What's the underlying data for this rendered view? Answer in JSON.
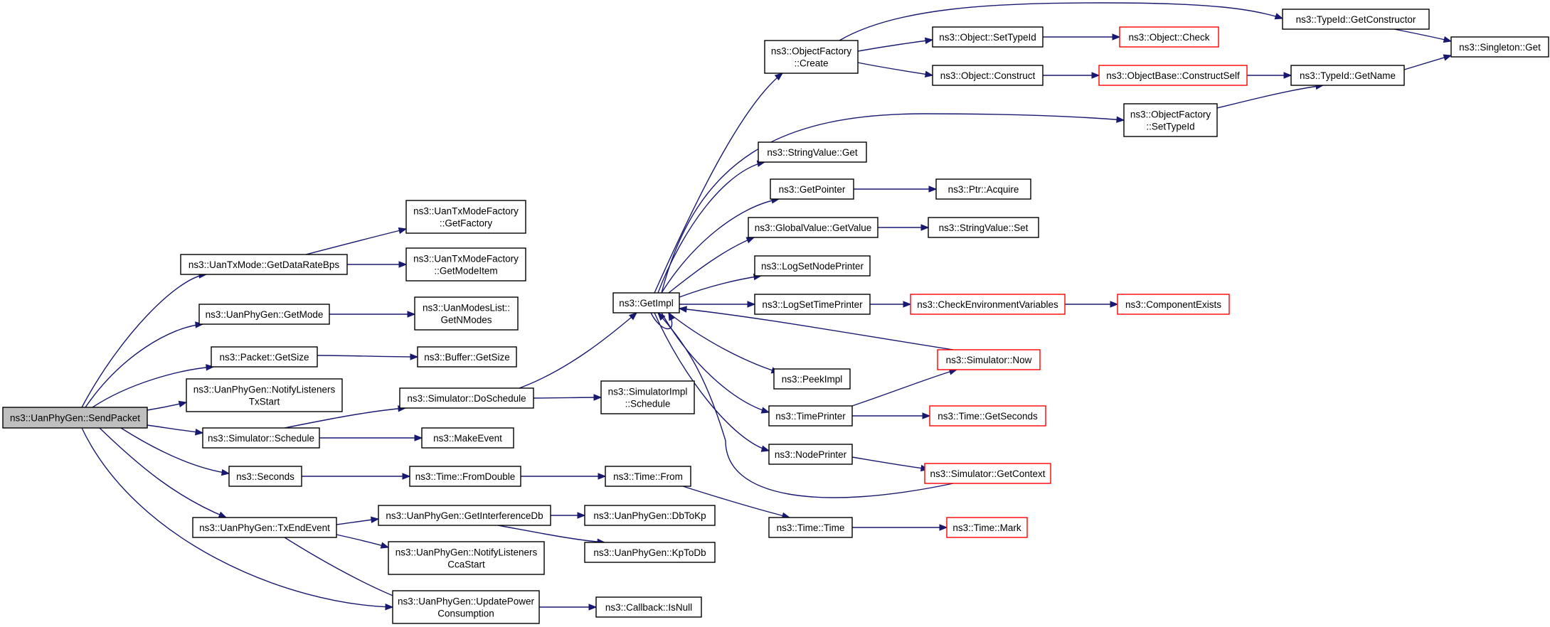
{
  "colors": {
    "edge": "#191970",
    "box_stroke": "#000000",
    "box_stroke_truncated": "#ff0000",
    "box_fill": "#ffffff",
    "box_fill_root": "#bfbfbf"
  },
  "nodes": {
    "SendPacket": {
      "lines": [
        "ns3::UanPhyGen::SendPacket"
      ],
      "state": "root"
    },
    "GetDataRateBps": {
      "lines": [
        "ns3::UanTxMode::GetDataRateBps"
      ],
      "state": "normal"
    },
    "TxGetFactory": {
      "lines": [
        "ns3::UanTxModeFactory",
        "::GetFactory"
      ],
      "state": "normal"
    },
    "TxGetModeItem": {
      "lines": [
        "ns3::UanTxModeFactory",
        "::GetModeItem"
      ],
      "state": "normal"
    },
    "GetMode": {
      "lines": [
        "ns3::UanPhyGen::GetMode"
      ],
      "state": "normal"
    },
    "GetNModes": {
      "lines": [
        "ns3::UanModesList::",
        "GetNModes"
      ],
      "state": "normal"
    },
    "PacketGetSize": {
      "lines": [
        "ns3::Packet::GetSize"
      ],
      "state": "normal"
    },
    "BufferGetSize": {
      "lines": [
        "ns3::Buffer::GetSize"
      ],
      "state": "normal"
    },
    "NotifyTxStart": {
      "lines": [
        "ns3::UanPhyGen::NotifyListeners",
        "TxStart"
      ],
      "state": "normal"
    },
    "SimSchedule": {
      "lines": [
        "ns3::Simulator::Schedule"
      ],
      "state": "normal"
    },
    "DoSchedule": {
      "lines": [
        "ns3::Simulator::DoSchedule"
      ],
      "state": "normal"
    },
    "ImplSchedule": {
      "lines": [
        "ns3::SimulatorImpl",
        "::Schedule"
      ],
      "state": "normal"
    },
    "MakeEvent": {
      "lines": [
        "ns3::MakeEvent"
      ],
      "state": "normal"
    },
    "Seconds": {
      "lines": [
        "ns3::Seconds"
      ],
      "state": "normal"
    },
    "FromDouble": {
      "lines": [
        "ns3::Time::FromDouble"
      ],
      "state": "normal"
    },
    "TimeFrom": {
      "lines": [
        "ns3::Time::From"
      ],
      "state": "normal"
    },
    "TimeTime": {
      "lines": [
        "ns3::Time::Time"
      ],
      "state": "normal"
    },
    "TimeMark": {
      "lines": [
        "ns3::Time::Mark"
      ],
      "state": "truncated"
    },
    "TxEndEvent": {
      "lines": [
        "ns3::UanPhyGen::TxEndEvent"
      ],
      "state": "normal"
    },
    "GetInterferenceDb": {
      "lines": [
        "ns3::UanPhyGen::GetInterferenceDb"
      ],
      "state": "normal"
    },
    "DbToKp": {
      "lines": [
        "ns3::UanPhyGen::DbToKp"
      ],
      "state": "normal"
    },
    "KpToDb": {
      "lines": [
        "ns3::UanPhyGen::KpToDb"
      ],
      "state": "normal"
    },
    "NotifyCcaStart": {
      "lines": [
        "ns3::UanPhyGen::NotifyListeners",
        "CcaStart"
      ],
      "state": "normal"
    },
    "UpdatePower": {
      "lines": [
        "ns3::UanPhyGen::UpdatePower",
        "Consumption"
      ],
      "state": "normal"
    },
    "CallbackIsNull": {
      "lines": [
        "ns3::Callback::IsNull"
      ],
      "state": "normal"
    },
    "GetImpl": {
      "lines": [
        "ns3::GetImpl"
      ],
      "state": "normal"
    },
    "OFCreate": {
      "lines": [
        "ns3::ObjectFactory",
        "::Create"
      ],
      "state": "normal"
    },
    "SetTypeId": {
      "lines": [
        "ns3::Object::SetTypeId"
      ],
      "state": "normal"
    },
    "ObjCheck": {
      "lines": [
        "ns3::Object::Check"
      ],
      "state": "truncated"
    },
    "ObjConstruct": {
      "lines": [
        "ns3::Object::Construct"
      ],
      "state": "normal"
    },
    "ConstructSelf": {
      "lines": [
        "ns3::ObjectBase::ConstructSelf"
      ],
      "state": "truncated"
    },
    "GetConstructor": {
      "lines": [
        "ns3::TypeId::GetConstructor"
      ],
      "state": "normal"
    },
    "SingletonGet": {
      "lines": [
        "ns3::Singleton::Get"
      ],
      "state": "normal"
    },
    "TypeIdGetName": {
      "lines": [
        "ns3::TypeId::GetName"
      ],
      "state": "normal"
    },
    "OFSetTypeId": {
      "lines": [
        "ns3::ObjectFactory",
        "::SetTypeId"
      ],
      "state": "normal"
    },
    "StringValueGet": {
      "lines": [
        "ns3::StringValue::Get"
      ],
      "state": "normal"
    },
    "GetPointer": {
      "lines": [
        "ns3::GetPointer"
      ],
      "state": "normal"
    },
    "PtrAcquire": {
      "lines": [
        "ns3::Ptr::Acquire"
      ],
      "state": "normal"
    },
    "GVGetValue": {
      "lines": [
        "ns3::GlobalValue::GetValue"
      ],
      "state": "normal"
    },
    "StringValueSet": {
      "lines": [
        "ns3::StringValue::Set"
      ],
      "state": "normal"
    },
    "LogSetNodePrinter": {
      "lines": [
        "ns3::LogSetNodePrinter"
      ],
      "state": "normal"
    },
    "LogSetTimePrinter": {
      "lines": [
        "ns3::LogSetTimePrinter"
      ],
      "state": "normal"
    },
    "CheckEnvVars": {
      "lines": [
        "ns3::CheckEnvironmentVariables"
      ],
      "state": "truncated"
    },
    "ComponentExists": {
      "lines": [
        "ns3::ComponentExists"
      ],
      "state": "truncated"
    },
    "SimNow": {
      "lines": [
        "ns3::Simulator::Now"
      ],
      "state": "truncated"
    },
    "PeekImpl": {
      "lines": [
        "ns3::PeekImpl"
      ],
      "state": "normal"
    },
    "TimePrinter": {
      "lines": [
        "ns3::TimePrinter"
      ],
      "state": "normal"
    },
    "TimeGetSeconds": {
      "lines": [
        "ns3::Time::GetSeconds"
      ],
      "state": "truncated"
    },
    "NodePrinter": {
      "lines": [
        "ns3::NodePrinter"
      ],
      "state": "normal"
    },
    "SimGetContext": {
      "lines": [
        "ns3::Simulator::GetContext"
      ],
      "state": "truncated"
    }
  },
  "edges": [
    [
      "SendPacket",
      "GetDataRateBps"
    ],
    [
      "SendPacket",
      "GetMode"
    ],
    [
      "SendPacket",
      "PacketGetSize"
    ],
    [
      "SendPacket",
      "NotifyTxStart"
    ],
    [
      "SendPacket",
      "SimSchedule"
    ],
    [
      "SendPacket",
      "Seconds"
    ],
    [
      "SendPacket",
      "TxEndEvent"
    ],
    [
      "SendPacket",
      "UpdatePower"
    ],
    [
      "GetDataRateBps",
      "TxGetFactory"
    ],
    [
      "GetDataRateBps",
      "TxGetModeItem"
    ],
    [
      "GetMode",
      "GetNModes"
    ],
    [
      "PacketGetSize",
      "BufferGetSize"
    ],
    [
      "SimSchedule",
      "DoSchedule"
    ],
    [
      "SimSchedule",
      "MakeEvent"
    ],
    [
      "DoSchedule",
      "GetImpl"
    ],
    [
      "DoSchedule",
      "ImplSchedule"
    ],
    [
      "Seconds",
      "FromDouble"
    ],
    [
      "FromDouble",
      "TimeFrom"
    ],
    [
      "TimeFrom",
      "TimeTime"
    ],
    [
      "TimeTime",
      "TimeMark"
    ],
    [
      "TxEndEvent",
      "GetInterferenceDb"
    ],
    [
      "TxEndEvent",
      "NotifyCcaStart"
    ],
    [
      "TxEndEvent",
      "UpdatePower"
    ],
    [
      "GetInterferenceDb",
      "DbToKp"
    ],
    [
      "GetInterferenceDb",
      "KpToDb"
    ],
    [
      "UpdatePower",
      "CallbackIsNull"
    ],
    [
      "GetImpl",
      "OFCreate"
    ],
    [
      "GetImpl",
      "OFSetTypeId"
    ],
    [
      "GetImpl",
      "StringValueGet"
    ],
    [
      "GetImpl",
      "GetPointer"
    ],
    [
      "GetImpl",
      "GVGetValue"
    ],
    [
      "GetImpl",
      "LogSetNodePrinter"
    ],
    [
      "GetImpl",
      "LogSetTimePrinter"
    ],
    [
      "GetImpl",
      "PeekImpl"
    ],
    [
      "GetImpl",
      "TimePrinter"
    ],
    [
      "GetImpl",
      "NodePrinter"
    ],
    [
      "GetImpl",
      "GetImpl"
    ],
    [
      "OFCreate",
      "SetTypeId"
    ],
    [
      "OFCreate",
      "ObjConstruct"
    ],
    [
      "OFCreate",
      "GetConstructor"
    ],
    [
      "SetTypeId",
      "ObjCheck"
    ],
    [
      "ObjConstruct",
      "ConstructSelf"
    ],
    [
      "ConstructSelf",
      "TypeIdGetName"
    ],
    [
      "GetConstructor",
      "SingletonGet"
    ],
    [
      "TypeIdGetName",
      "SingletonGet"
    ],
    [
      "OFSetTypeId",
      "TypeIdGetName"
    ],
    [
      "GetPointer",
      "PtrAcquire"
    ],
    [
      "GVGetValue",
      "StringValueSet"
    ],
    [
      "LogSetTimePrinter",
      "CheckEnvVars"
    ],
    [
      "CheckEnvVars",
      "ComponentExists"
    ],
    [
      "SimNow",
      "GetImpl"
    ],
    [
      "TimePrinter",
      "SimNow"
    ],
    [
      "TimePrinter",
      "TimeGetSeconds"
    ],
    [
      "NodePrinter",
      "SimGetContext"
    ],
    [
      "SimGetContext",
      "GetImpl"
    ]
  ]
}
